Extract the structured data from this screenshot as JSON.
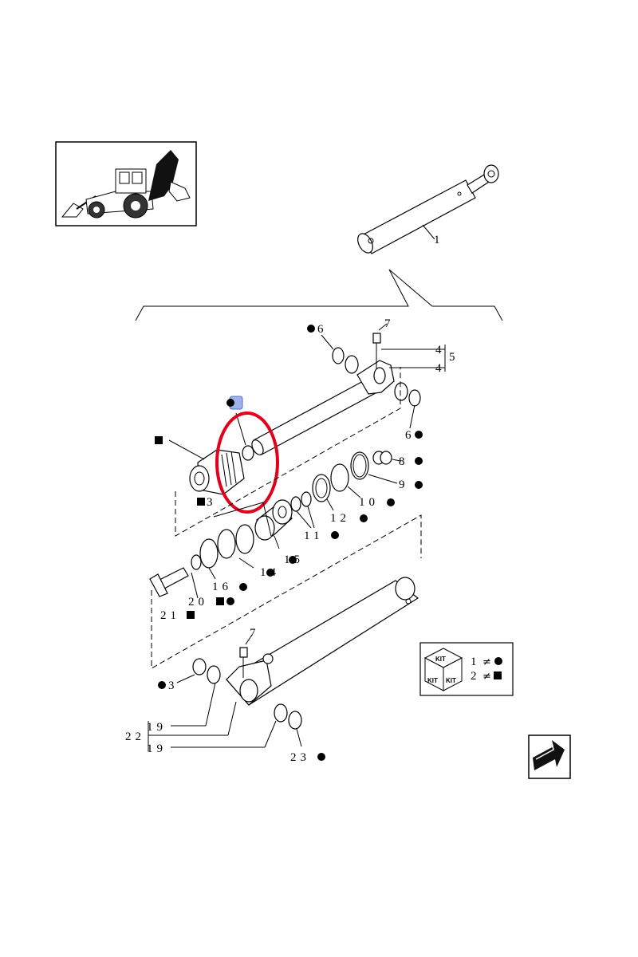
{
  "diagram": {
    "callouts": {
      "c1": "1",
      "c3a": "3",
      "c3b": "3",
      "c4a": "4",
      "c4b": "4",
      "c5": "5",
      "c6a": "6",
      "c6b": "6",
      "c7a": "7",
      "c7b": "7",
      "c8": "8",
      "c9": "9",
      "c10": "10",
      "c11": "11",
      "c12": "12",
      "c14": "14",
      "c15": "15",
      "c16": "16",
      "c19a": "19",
      "c19b": "19",
      "c20": "20",
      "c21": "21",
      "c22": "22",
      "c23": "23"
    },
    "kit_legend": {
      "box_title": "KIT",
      "face_left": "KIT",
      "face_right": "KIT",
      "row1_number": "1",
      "row2_number": "2"
    },
    "colors": {
      "highlight_ellipse": "#e3001b",
      "selection_marker": "#8fa3e6",
      "ink": "#000000"
    },
    "icons": [
      "backhoe-loader-icon",
      "kit-box-icon",
      "next-page-arrow-icon"
    ]
  }
}
